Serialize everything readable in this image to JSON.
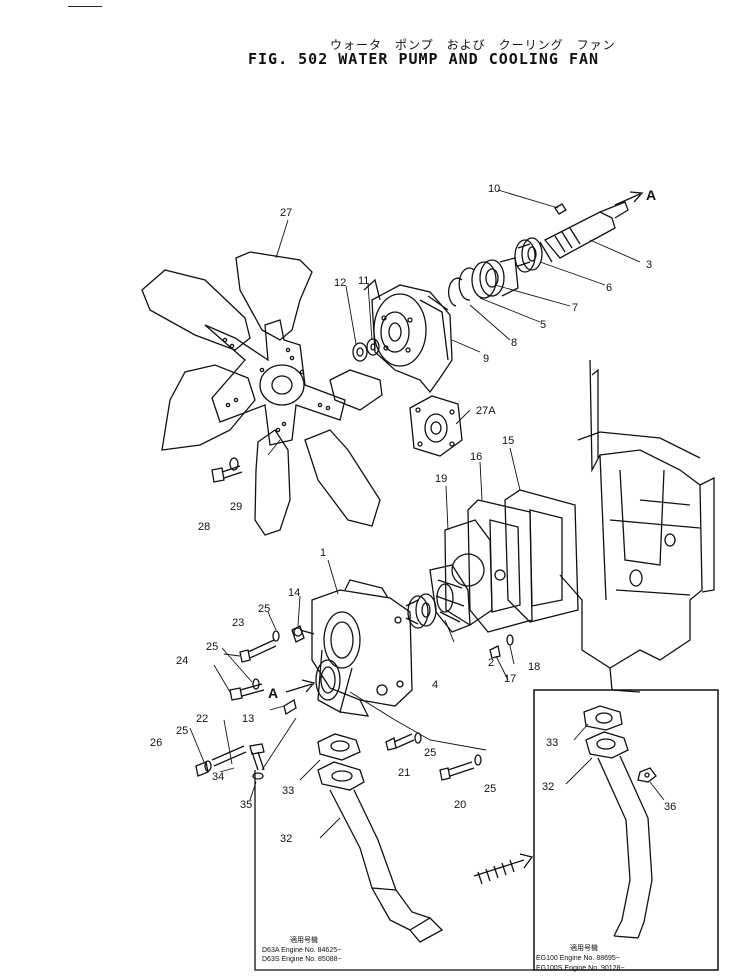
{
  "header": {
    "title_jp": "ウォータ　ポンプ　および　クーリング　ファン",
    "title_en": "FIG. 502  WATER PUMP AND COOLING FAN"
  },
  "callouts": {
    "c1": "1",
    "c2": "2",
    "c3": "3",
    "c4": "4",
    "c5": "5",
    "c6": "6",
    "c7": "7",
    "c8": "8",
    "c9": "9",
    "c10": "10",
    "c11": "11",
    "c12": "12",
    "c13": "13",
    "c14": "14",
    "c15": "15",
    "c16": "16",
    "c17": "17",
    "c18": "18",
    "c19": "19",
    "c20": "20",
    "c21": "21",
    "c22": "22",
    "c23": "23",
    "c24": "24",
    "c25a": "25",
    "c25b": "25",
    "c25c": "25",
    "c25d": "25",
    "c25e": "25",
    "c26": "26",
    "c27": "27",
    "c27a": "27A",
    "c28": "28",
    "c29": "29",
    "c32a": "32",
    "c32b": "32",
    "c33a": "33",
    "c33b": "33",
    "c34": "34",
    "c35": "35",
    "c36": "36"
  },
  "arrows": {
    "a_top": "A",
    "a_mid": "A"
  },
  "notes": {
    "left_header": "適用号機",
    "left_line1": "D63A   Engine No. 84625~",
    "left_line2": "D63S   Engine No. 85088~",
    "right_header": "適用号機",
    "right_line1": "EG100   Engine No. 88695~",
    "right_line2": "EG100S  Engine No. 90128~"
  }
}
